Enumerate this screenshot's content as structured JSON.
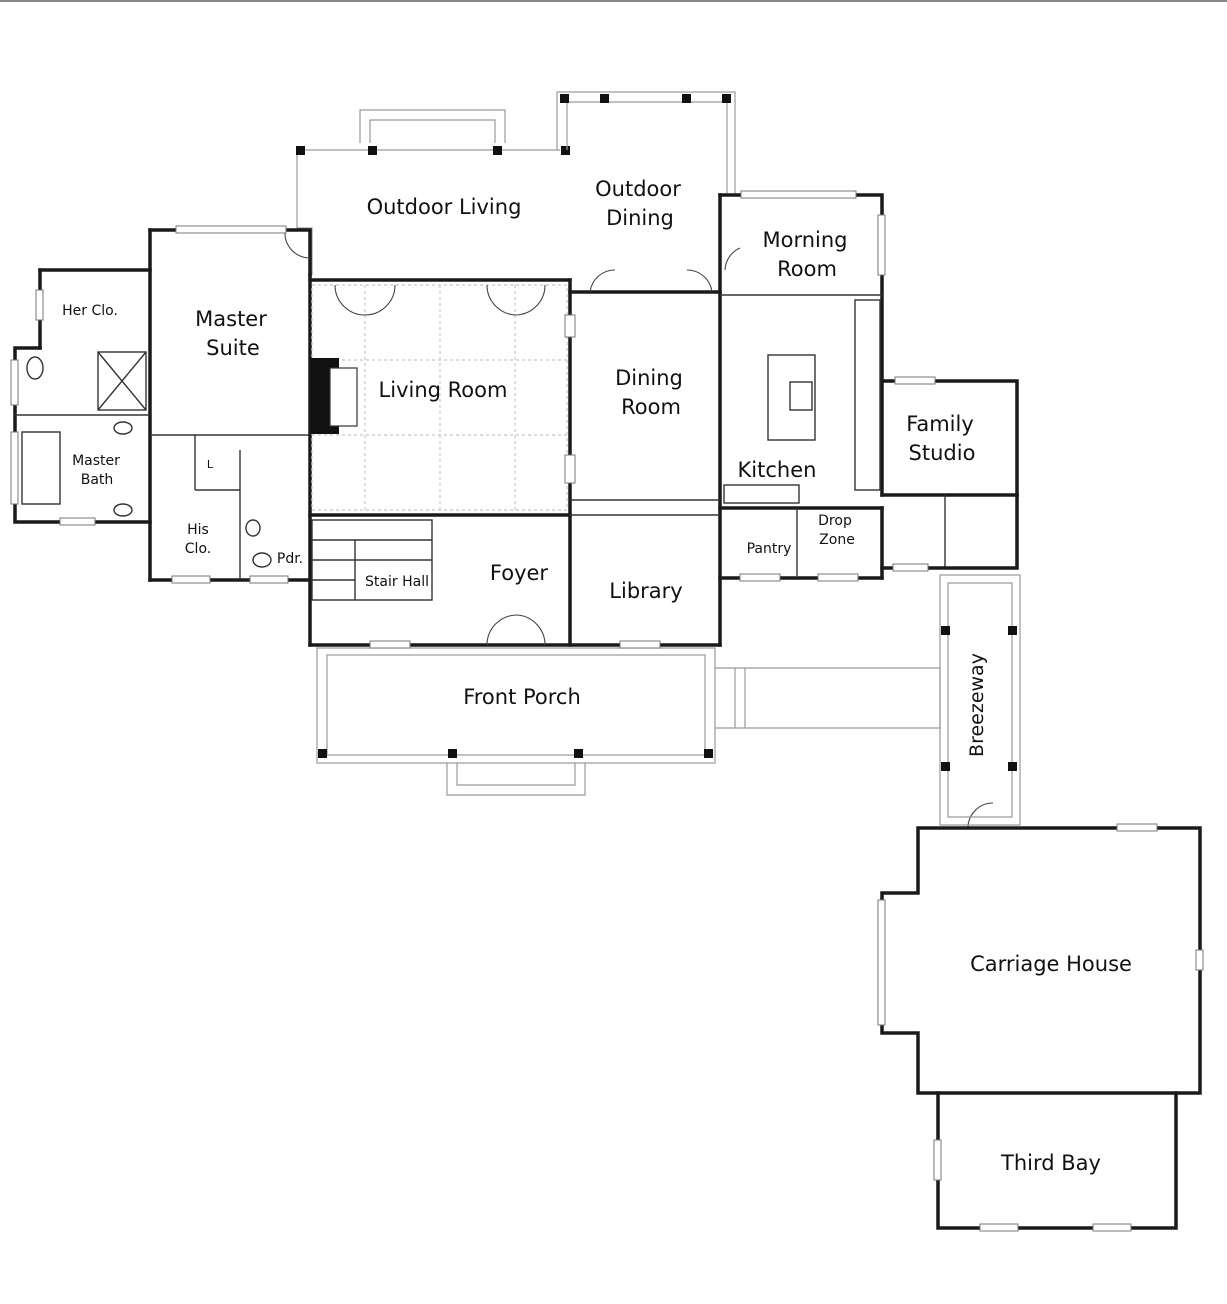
{
  "plan": {
    "rooms": {
      "outdoor_living": "Outdoor Living",
      "outdoor_dining_1": "Outdoor",
      "outdoor_dining_2": "Dining",
      "morning_room_1": "Morning",
      "morning_room_2": "Room",
      "her_closet": "Her Clo.",
      "master_suite_1": "Master",
      "master_suite_2": "Suite",
      "living_room": "Living Room",
      "dining_room_1": "Dining",
      "dining_room_2": "Room",
      "family_studio_1": "Family",
      "family_studio_2": "Studio",
      "master_bath_1": "Master",
      "master_bath_2": "Bath",
      "linen": "L",
      "kitchen": "Kitchen",
      "drop_zone_1": "Drop",
      "drop_zone_2": "Zone",
      "his_closet_1": "His",
      "his_closet_2": "Clo.",
      "powder": "Pdr.",
      "pantry": "Pantry",
      "stair_hall": "Stair Hall",
      "foyer": "Foyer",
      "library": "Library",
      "front_porch": "Front Porch",
      "breezeway": "Breezeway",
      "carriage_house": "Carriage House",
      "third_bay": "Third Bay"
    }
  }
}
